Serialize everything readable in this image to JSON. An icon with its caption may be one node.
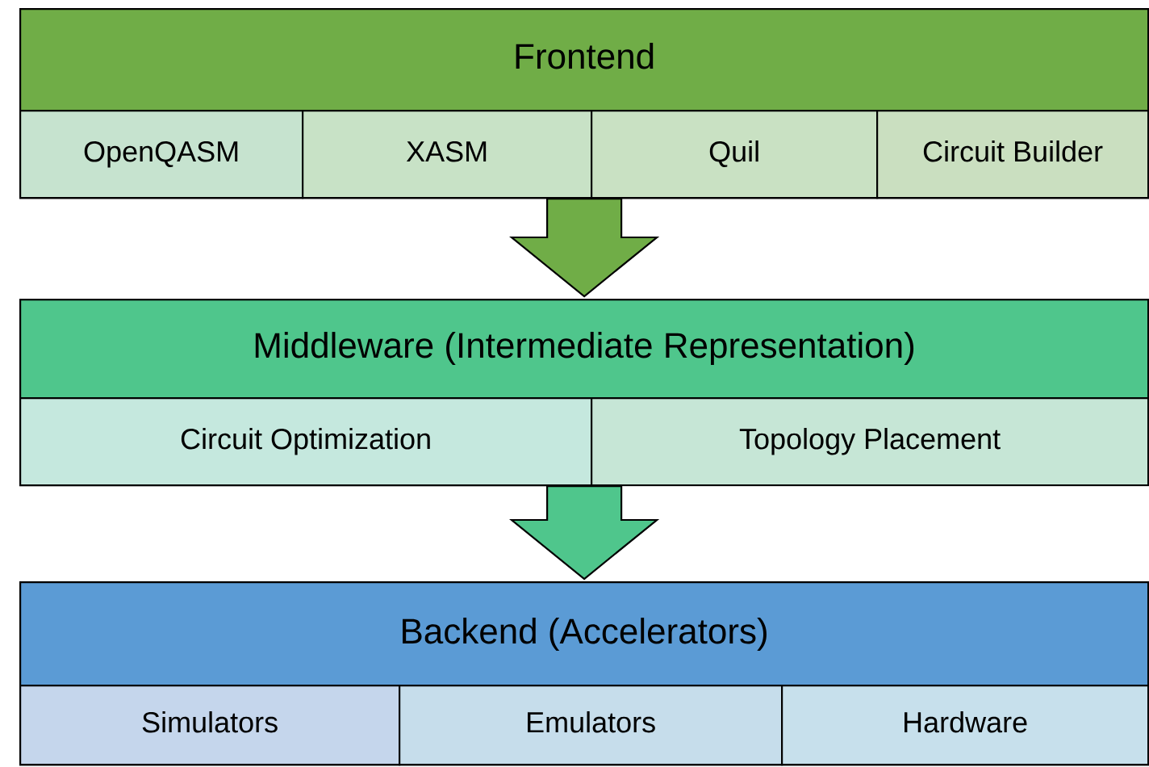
{
  "diagram": {
    "nodes": [
      {
        "text": [
          "Frontend"
        ]
      },
      {
        "text": [
          "OpenQASM"
        ],
        "in": 0
      },
      {
        "text": [
          "XASM"
        ],
        "in": 0
      },
      {
        "text": [
          "Quil"
        ],
        "in": 0
      },
      {
        "text": [
          "Circuit Builder"
        ],
        "in": 0
      },
      {
        "text": [
          "Middleware (Intermediate Representation)"
        ]
      },
      {
        "text": [
          "Circuit Optimization"
        ],
        "in": 5
      },
      {
        "text": [
          "Topology Placement"
        ],
        "in": 5
      },
      {
        "text": [
          "Backend (Accelerators)"
        ]
      },
      {
        "text": [
          "Simulators"
        ],
        "in": 8
      },
      {
        "text": [
          "Emulators"
        ],
        "in": 8
      },
      {
        "text": [
          "Hardware"
        ],
        "in": 8
      }
    ],
    "edges": [
      {
        "from": 0,
        "to": 5,
        "arrow": "to",
        "color": "#70ad47"
      },
      {
        "from": 5,
        "to": 8,
        "arrow": "to",
        "color": "#4fc68c"
      }
    ]
  }
}
